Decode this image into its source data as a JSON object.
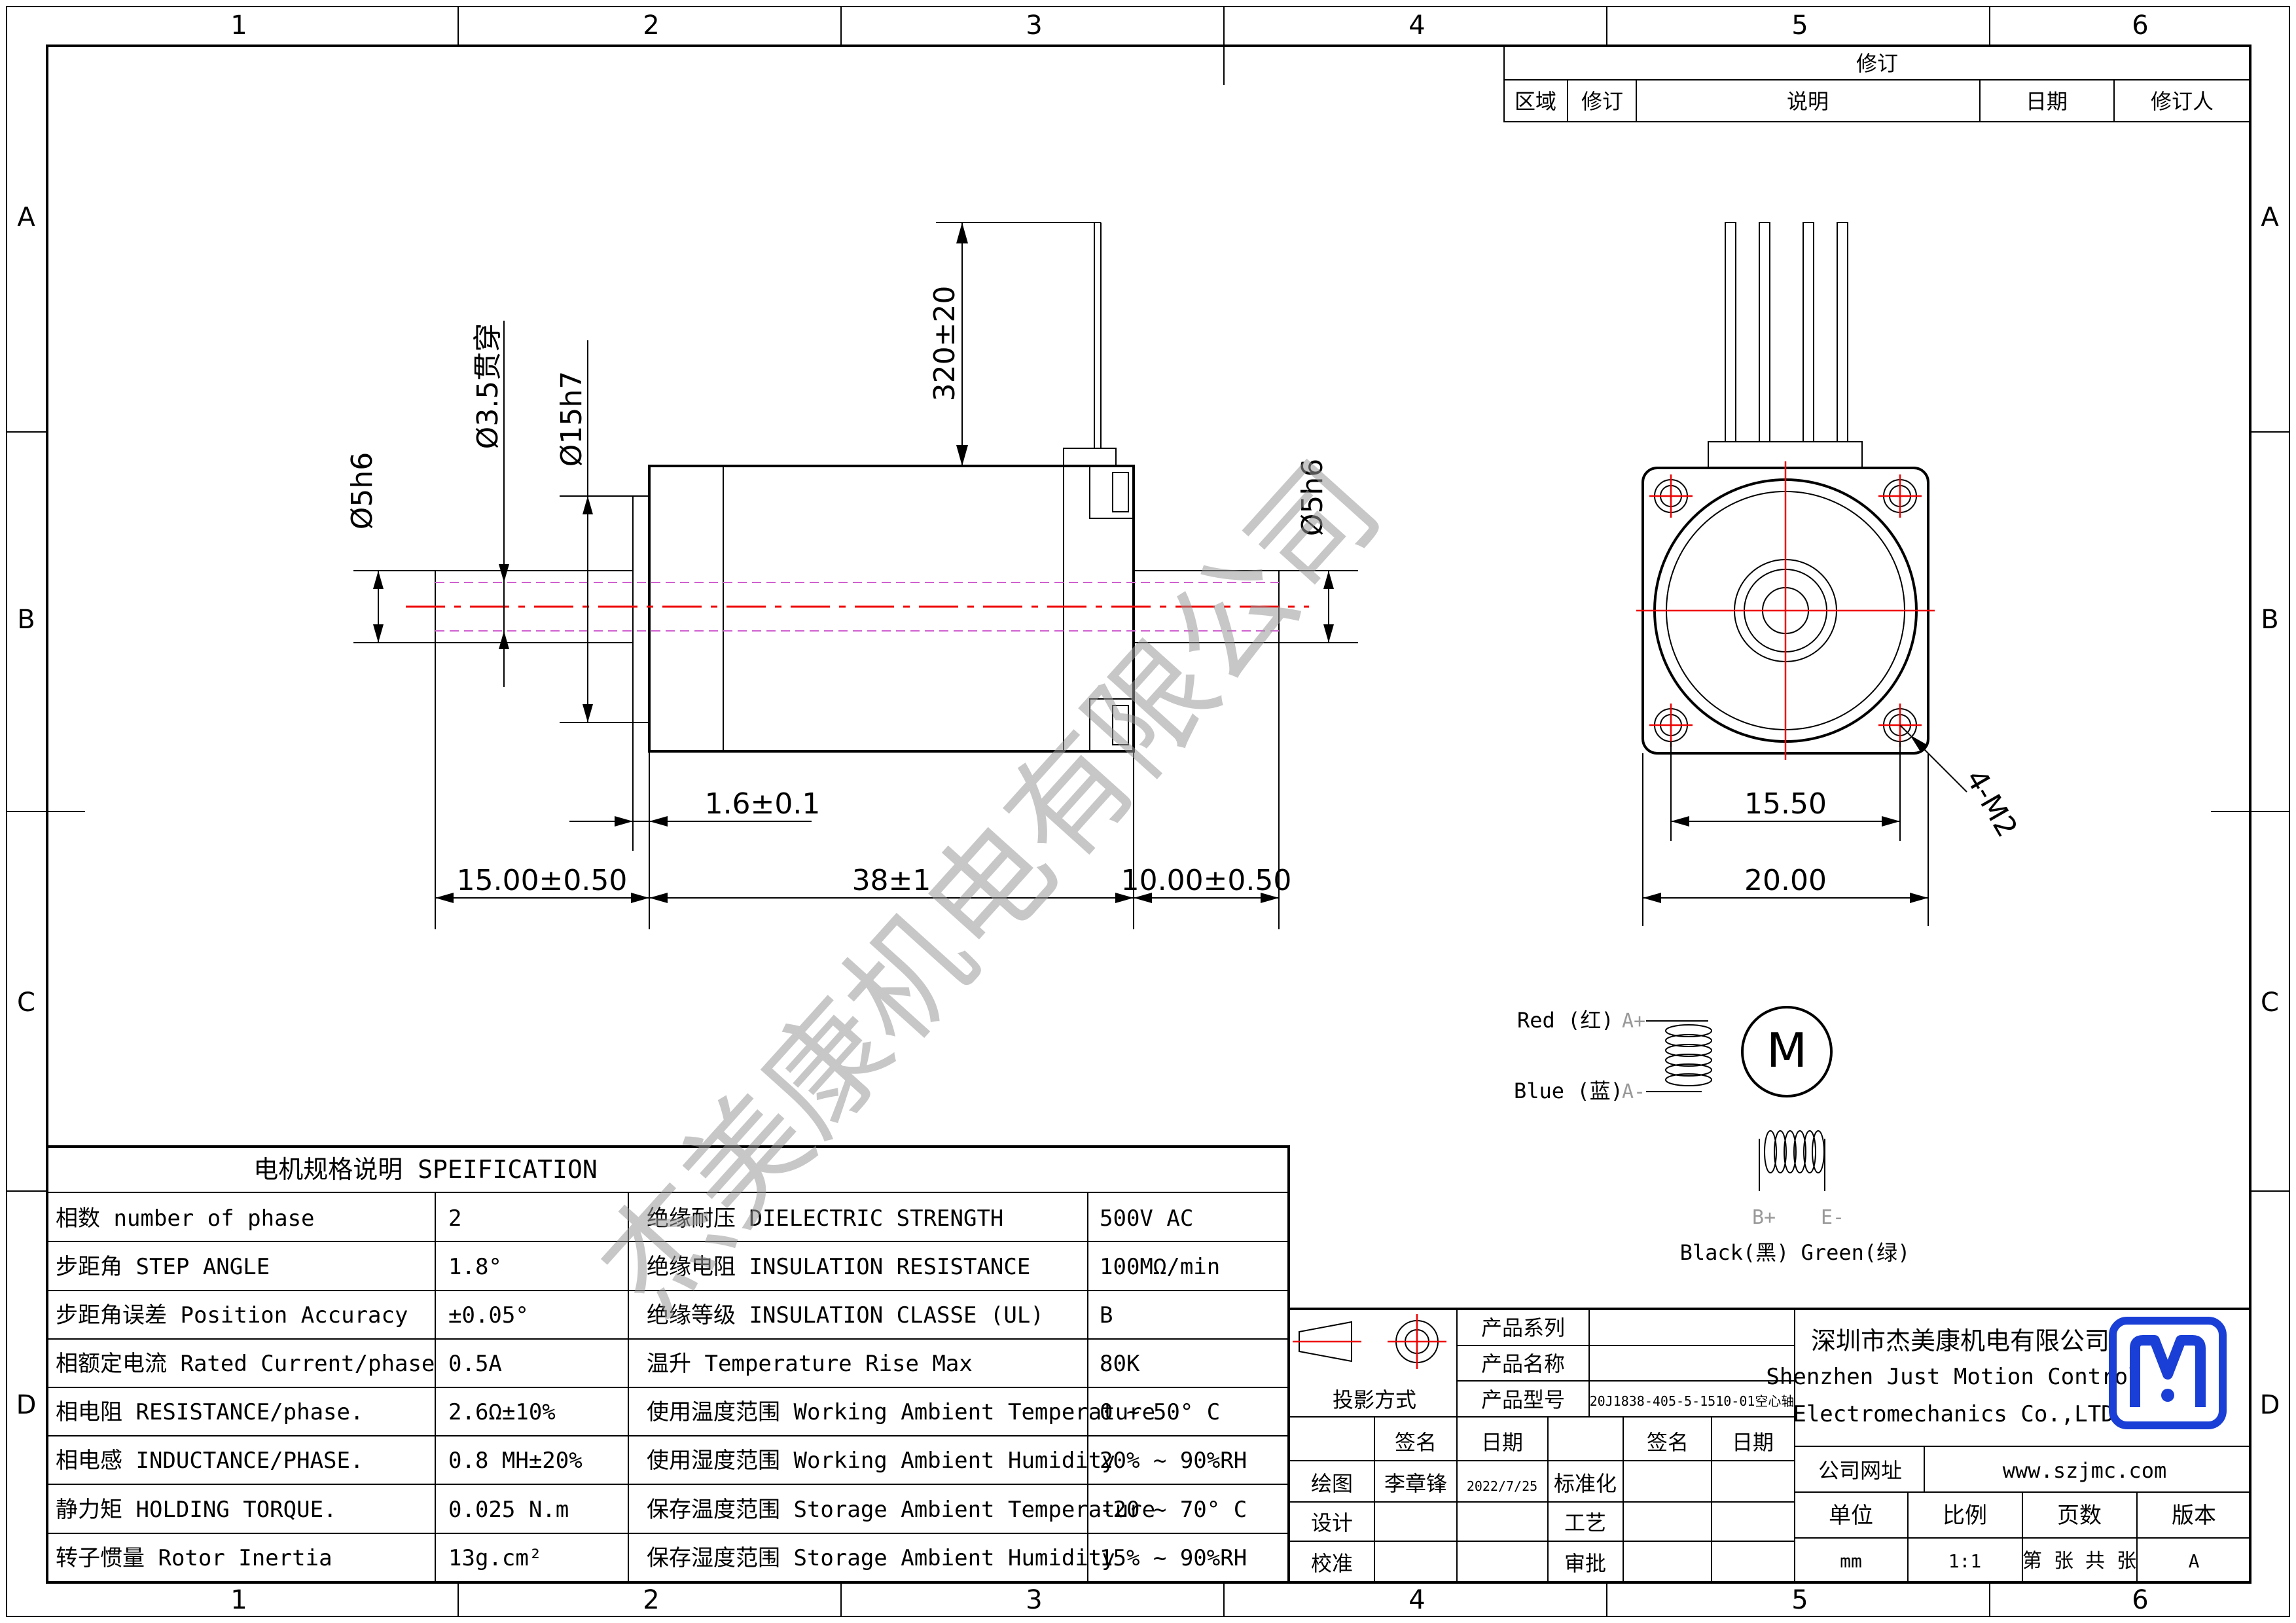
{
  "frame": {
    "col_labels": [
      "1",
      "2",
      "3",
      "4",
      "5",
      "6"
    ],
    "row_labels": [
      "A",
      "B",
      "C",
      "D"
    ]
  },
  "revision_table": {
    "title": "修订",
    "headers": [
      "区域",
      "修订",
      "说明",
      "日期",
      "修订人"
    ]
  },
  "dimensions": {
    "d_bore": "Ø3.5贯穿",
    "d_boss": "Ø15h7",
    "d_shaft_left": "Ø5h6",
    "d_shaft_right": "Ø5h6",
    "lead_length": "320±20",
    "flange_thick": "1.6±0.1",
    "shaft_left_len": "15.00±0.50",
    "body_len": "38±1",
    "shaft_right_len": "10.00±0.50",
    "hole_spacing": "15.50",
    "body_width": "20.00",
    "holes": "4-M2"
  },
  "wiring": {
    "red": "Red (红)",
    "a_plus": "A+",
    "blue": "Blue (蓝)",
    "a_minus": "A-",
    "motor": "M",
    "b_plus": "B+",
    "e_minus": "E-",
    "black": "Black(黑)",
    "green": "Green(绿)"
  },
  "spec": {
    "title": "电机规格说明 SPEIFICATION",
    "rows": [
      {
        "k1": "相数 number of phase",
        "v1": "2",
        "k2": "绝缘耐压 DIELECTRIC STRENGTH",
        "v2": "500V AC"
      },
      {
        "k1": "步距角 STEP ANGLE",
        "v1": "1.8°",
        "k2": "绝缘电阻 INSULATION RESISTANCE",
        "v2": "100MΩ/min"
      },
      {
        "k1": "步距角误差 Position Accuracy",
        "v1": "±0.05°",
        "k2": "绝缘等级 INSULATION CLASSE (UL)",
        "v2": "B"
      },
      {
        "k1": "相额定电流 Rated Current/phase",
        "v1": "0.5A",
        "k2": "温升 Temperature Rise Max",
        "v2": "80K"
      },
      {
        "k1": "相电阻 RESISTANCE/phase.",
        "v1": "2.6Ω±10%",
        "k2": "使用温度范围 Working Ambient Temperature",
        "v2": "0 ~ 50° C"
      },
      {
        "k1": "相电感 INDUCTANCE/PHASE.",
        "v1": "0.8 MH±20%",
        "k2": "使用湿度范围 Working Ambient Humidity",
        "v2": "20% ~ 90%RH"
      },
      {
        "k1": "静力矩 HOLDING TORQUE.",
        "v1": "0.025 N.m",
        "k2": "保存温度范围 Storage Ambient Temperature",
        "v2": "-20 ~ 70° C"
      },
      {
        "k1": "转子惯量 Rotor Inertia",
        "v1": "13g.cm²",
        "k2": "保存湿度范围 Storage Ambient Humidity",
        "v2": "15% ~ 90%RH"
      }
    ]
  },
  "title_block": {
    "series_lbl": "产品系列",
    "name_lbl": "产品名称",
    "model_lbl": "产品型号",
    "model_val": "20J1838-405-5-1510-01空心轴",
    "projection": "投影方式",
    "sign": "签名",
    "date": "日期",
    "sign2": "签名",
    "date2": "日期",
    "draw": "绘图",
    "drawer": "李章锋",
    "draw_date": "2022/7/25",
    "standard": "标准化",
    "design": "设计",
    "craft": "工艺",
    "check": "校准",
    "approve": "审批",
    "company_cn": "深圳市杰美康机电有限公司",
    "company_en1": "Shenzhen Just Motion Control",
    "company_en2": "Electromechanics Co.,LTD",
    "website_lbl": "公司网址",
    "website": "www.szjmc.com",
    "unit_lbl": "单位",
    "scale_lbl": "比例",
    "pages_lbl": "页数",
    "version_lbl": "版本",
    "unit": "mm",
    "scale": "1:1",
    "pages": "第 张 共 张",
    "version": "A"
  },
  "watermark": "杰美康机电有限公司",
  "colors": {
    "red_line": "#e00000",
    "logo_blue": "#1a3fd6"
  }
}
